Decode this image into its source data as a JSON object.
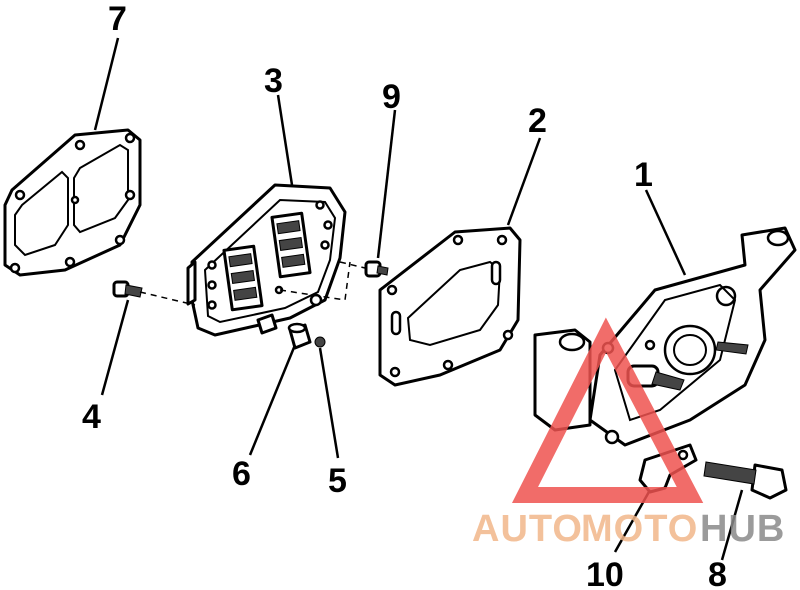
{
  "callouts": {
    "n1": "1",
    "n2": "2",
    "n3": "3",
    "n4": "4",
    "n5": "5",
    "n6": "6",
    "n7": "7",
    "n8": "8",
    "n9": "9",
    "n10": "10"
  },
  "watermark": {
    "auto": "AUTO",
    "moto": "MOTO",
    "hub": "HUB",
    "colors": {
      "auto_moto": "#f2b78a",
      "hub": "#8a8a8a",
      "triangle": "#ef5350"
    }
  }
}
